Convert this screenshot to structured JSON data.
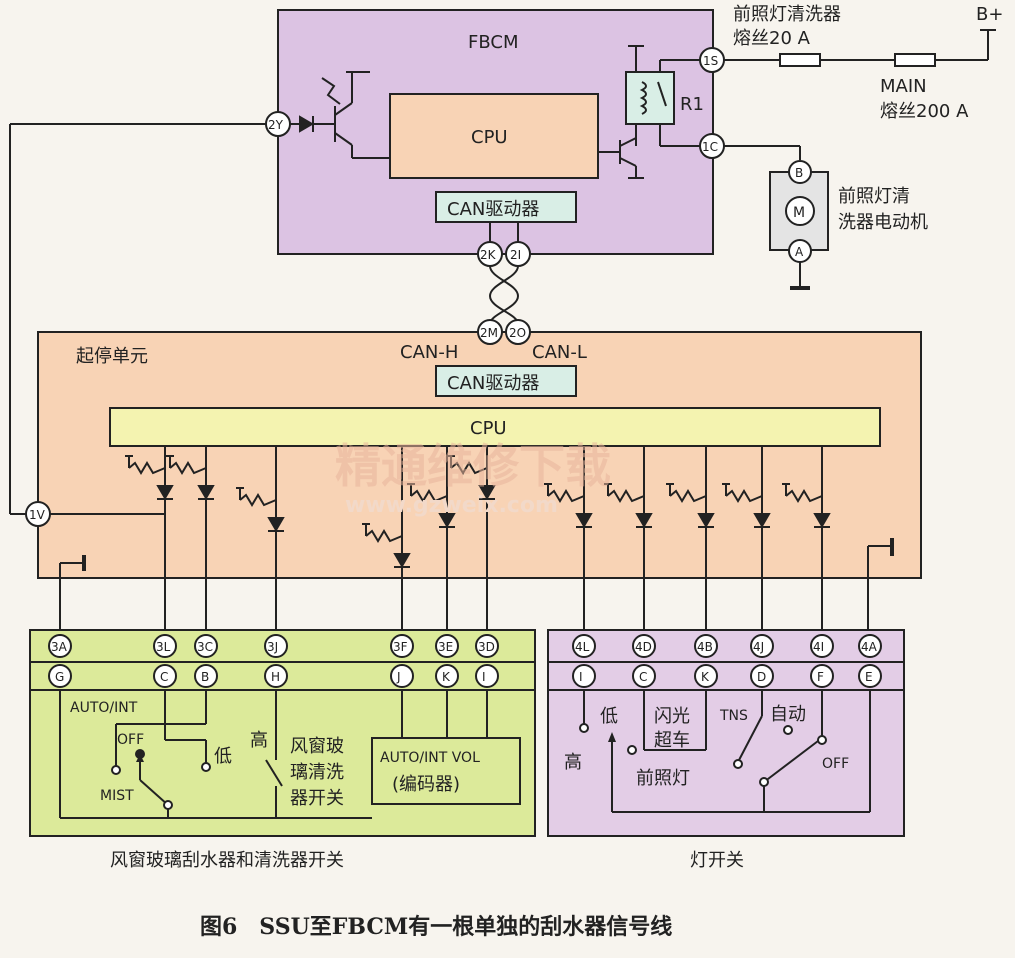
{
  "fbcm": {
    "name": "FBCM",
    "cpu": "CPU",
    "can_driver": "CAN驱动器",
    "relay": "R1"
  },
  "fuses": {
    "washer_fuse_line1": "前照灯清洗器",
    "washer_fuse_line2": "熔丝20 A",
    "main_fuse_line1": "MAIN",
    "main_fuse_line2": "熔丝200 A",
    "battery": "B+"
  },
  "motor": {
    "line1": "前照灯清",
    "line2": "洗器电动机",
    "symbol": "M",
    "pin_b": "B",
    "pin_a": "A"
  },
  "fbcm_pins": {
    "p2y": "2Y",
    "p1s": "1S",
    "p1c": "1C",
    "p2k": "2K",
    "p2i": "2I"
  },
  "bus": {
    "p2m": "2M",
    "p2o": "2O",
    "can_h": "CAN-H",
    "can_l": "CAN-L"
  },
  "ssu": {
    "name": "起停单元",
    "can_driver": "CAN驱动器",
    "cpu": "CPU",
    "pin_1v": "1V"
  },
  "wiper_switch": {
    "title": "风窗玻璃刮水器和清洗器开关",
    "top_pins": [
      "3A",
      "3L",
      "3C",
      "3J",
      "3F",
      "3E",
      "3D"
    ],
    "bottom_pins": [
      "G",
      "C",
      "B",
      "H",
      "J",
      "K",
      "I"
    ],
    "auto_int": "AUTO/INT",
    "off": "OFF",
    "low": "低",
    "high": "高",
    "mist": "MIST",
    "washer_line1": "风窗玻",
    "washer_line2": "璃清洗",
    "washer_line3": "器开关",
    "encoder_line1": "AUTO/INT VOL",
    "encoder_line2": "(编码器)"
  },
  "light_switch": {
    "title": "灯开关",
    "top_pins": [
      "4L",
      "4D",
      "4B",
      "4J",
      "4I",
      "4A"
    ],
    "bottom_pins": [
      "I",
      "C",
      "K",
      "D",
      "F",
      "E"
    ],
    "low": "低",
    "high": "高",
    "flash_line1": "闪光",
    "flash_line2": "超车",
    "headlight": "前照灯",
    "tns": "TNS",
    "auto": "自动",
    "off": "OFF"
  },
  "watermark": {
    "line1": "精通维修下载",
    "line2": "www.gzweix.com"
  },
  "caption": "图6　SSU至FBCM有一根单独的刮水器信号线",
  "colors": {
    "fbcm_fill": "#dcc3e3",
    "ssu_fill": "#f8d3b5",
    "wiper_fill": "#dcea9a",
    "light_fill": "#e3cde6",
    "box_fill": "#d9eee6"
  }
}
